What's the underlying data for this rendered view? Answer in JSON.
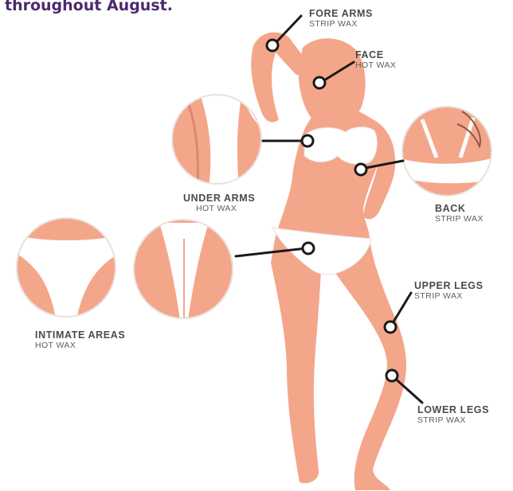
{
  "headline": "throughout August.",
  "colors": {
    "skin": "#f4a68a",
    "skin_dark": "#e8896a",
    "bikini": "#ffffff",
    "headline": "#4b2a6e",
    "label_text": "#4a4a4a",
    "marker_line": "#1a1a1a"
  },
  "areas": [
    {
      "name": "FORE ARMS",
      "wax": "STRIP WAX"
    },
    {
      "name": "FACE",
      "wax": "HOT WAX"
    },
    {
      "name": "UNDER ARMS",
      "wax": "HOT WAX"
    },
    {
      "name": "BACK",
      "wax": "STRIP WAX"
    },
    {
      "name": "INTIMATE AREAS",
      "wax": "HOT WAX"
    },
    {
      "name": "UPPER LEGS",
      "wax": "STRIP WAX"
    },
    {
      "name": "LOWER LEGS",
      "wax": "STRIP WAX"
    }
  ]
}
